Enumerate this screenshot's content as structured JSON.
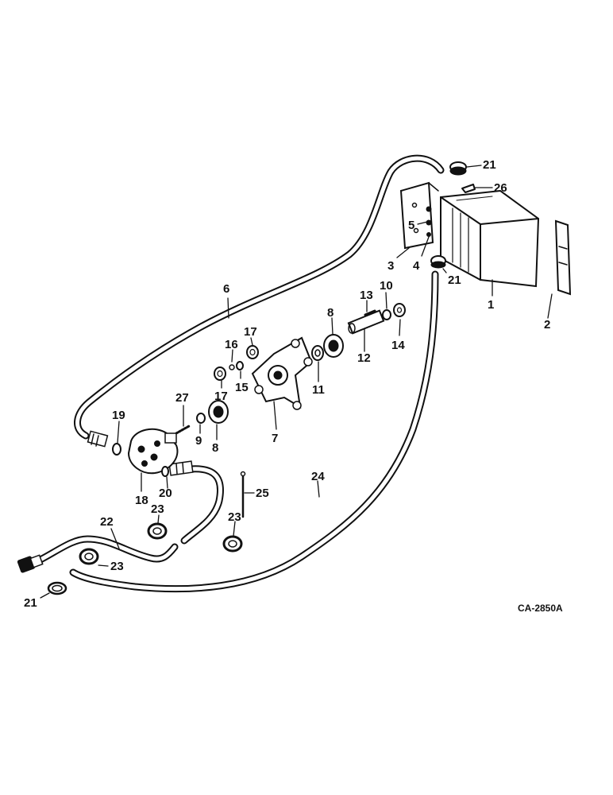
{
  "drawing_code": "CA-2850A",
  "callouts": {
    "c1": "1",
    "c2": "2",
    "c3": "3",
    "c4": "4",
    "c5": "5",
    "c6": "6",
    "c7": "7",
    "c8a": "8",
    "c8b": "8",
    "c9": "9",
    "c10": "10",
    "c11": "11",
    "c12": "12",
    "c13": "13",
    "c14": "14",
    "c15": "15",
    "c16": "16",
    "c17a": "17",
    "c17b": "17",
    "c18": "18",
    "c19": "19",
    "c20": "20",
    "c21a": "21",
    "c21b": "21",
    "c21c": "21",
    "c22": "22",
    "c23a": "23",
    "c23b": "23",
    "c23c": "23",
    "c24": "24",
    "c25": "25",
    "c26": "26",
    "c27": "27"
  },
  "colors": {
    "ink": "#111111",
    "paper": "#ffffff"
  }
}
